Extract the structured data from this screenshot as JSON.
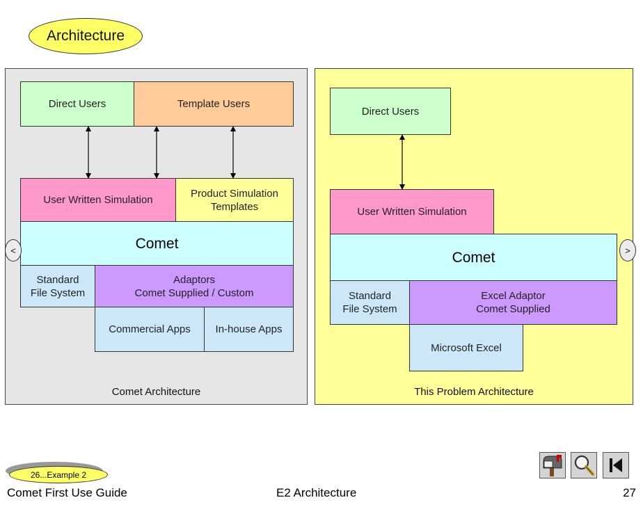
{
  "title": "Architecture",
  "left_panel": {
    "direct_users": "Direct Users",
    "template_users": "Template Users",
    "user_written_simulation": "User Written Simulation",
    "product_simulation_templates": "Product Simulation\nTemplates",
    "comet": "Comet",
    "standard_file_system": "Standard\nFile System",
    "adaptors": "Adaptors\nComet Supplied / Custom",
    "commercial_apps": "Commercial Apps",
    "inhouse_apps": "In-house Apps",
    "caption": "Comet Architecture"
  },
  "right_panel": {
    "direct_users": "Direct Users",
    "user_written_simulation": "User Written Simulation",
    "comet": "Comet",
    "standard_file_system": "Standard\nFile System",
    "excel_adaptor": "Excel Adaptor\nComet Supplied",
    "microsoft_excel": "Microsoft Excel",
    "caption": "This Problem Architecture"
  },
  "nav": {
    "prev": "<",
    "next": ">"
  },
  "footer": {
    "back_link": "26...Example 2",
    "guide_title": "Comet First Use Guide",
    "section": "E2 Architecture",
    "page_number": "27"
  },
  "icons": [
    "mailbox-icon",
    "magnifier-icon",
    "skip-to-start-icon"
  ],
  "colors": {
    "left_panel_bg": "#e6e6e6",
    "right_panel_bg": "#ffff99",
    "green": "#ccffcc",
    "orange": "#ffcc99",
    "pink": "#ff99cc",
    "cyan": "#ccffff",
    "light_blue": "#cce8f8",
    "purple": "#cc99ff",
    "title_oval": "#ffff66"
  }
}
